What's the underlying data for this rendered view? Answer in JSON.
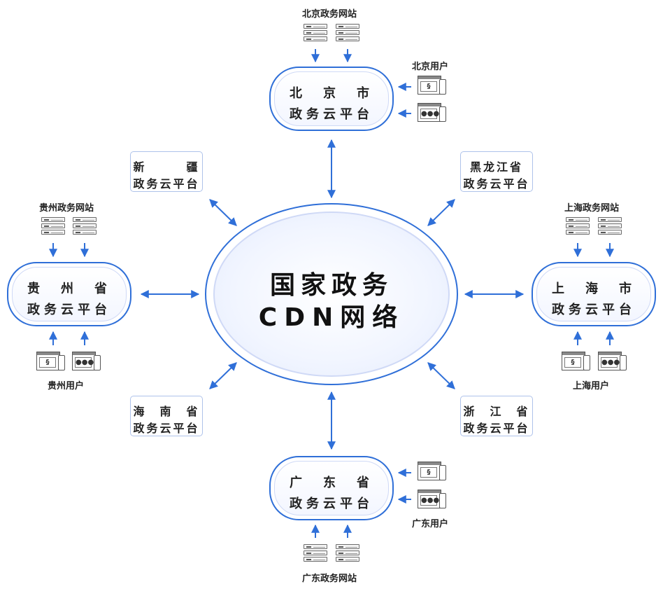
{
  "center": {
    "line1": "国家政务",
    "line2": "CDN网络"
  },
  "hubs": {
    "beijing": {
      "name": "北　京　市",
      "sub": "政务云平台",
      "sites_label": "北京政务网站",
      "users_label": "北京用户"
    },
    "shanghai": {
      "name": "上　海　市",
      "sub": "政务云平台",
      "sites_label": "上海政务网站",
      "users_label": "上海用户"
    },
    "guizhou": {
      "name": "贵　州　省",
      "sub": "政务云平台",
      "sites_label": "贵州政务网站",
      "users_label": "贵州用户"
    },
    "guangdong": {
      "name": "广　东　省",
      "sub": "政务云平台",
      "sites_label": "广东政务网站",
      "users_label": "广东用户"
    }
  },
  "platforms": {
    "xinjiang": {
      "name": "新　　　疆",
      "sub": "政务云平台"
    },
    "heilongjiang": {
      "name": "黑龙江省",
      "sub": "政务云平台"
    },
    "hainan": {
      "name": "海　南　省",
      "sub": "政务云平台"
    },
    "zhejiang": {
      "name": "浙　江　省",
      "sub": "政务云平台"
    }
  },
  "icons": {
    "server": "server-rack-icon",
    "user_a": "browser-mobile-icon",
    "user_b": "browser-mobile-dots-icon"
  },
  "colors": {
    "accent": "#2f6fd8",
    "border_light": "#aec2ea"
  }
}
